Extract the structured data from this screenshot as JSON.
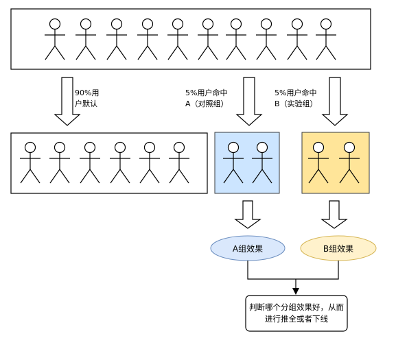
{
  "labels": {
    "default_group": "90%用\n户默认",
    "group_a_hit": "5%用户命中\nA（对照组）",
    "group_b_hit": "5%用户命中\nB（实验组）",
    "effect_a": "A组效果",
    "effect_b": "B组效果",
    "decision": "判断哪个分组效果好，从而\n进行推全或者下线"
  },
  "colors": {
    "group_a_fill": "#cce5ff",
    "group_a_stroke": "#36393d",
    "group_b_fill": "#ffe599",
    "effect_a_fill": "#dae8fc",
    "effect_a_stroke": "#6c8ebf",
    "effect_b_fill": "#fff2cc",
    "effect_b_stroke": "#d6b656"
  },
  "actors": {
    "all_users_count": 10,
    "default_count": 6,
    "group_a_count": 2,
    "group_b_count": 2
  }
}
